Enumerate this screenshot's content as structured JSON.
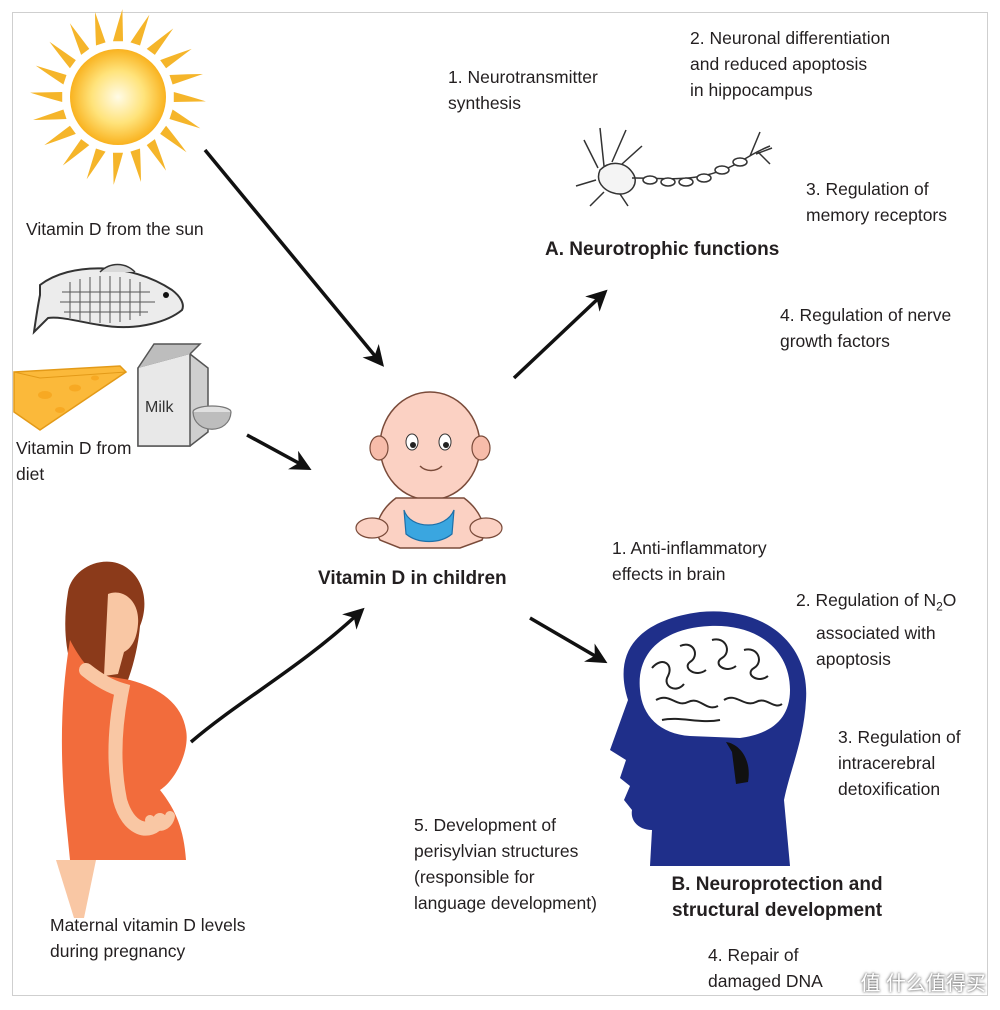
{
  "center_label": "Vitamin D in children",
  "sources": {
    "sun": "Vitamin D from the sun",
    "diet": "Vitamin D from\ndiet",
    "milk_carton": "Milk",
    "maternal": "Maternal vitamin D levels\nduring pregnancy"
  },
  "neurotrophic": {
    "heading": "A. Neurotrophic functions",
    "items": [
      "1. Neurotransmitter\n     synthesis",
      "2. Neuronal differentiation\n   and reduced apoptosis\n   in hippocampus",
      "3. Regulation of\n   memory receptors",
      "4. Regulation of nerve\n   growth factors"
    ]
  },
  "neuroprotection": {
    "heading": "B. Neuroprotection and\nstructural development",
    "items": [
      "1. Anti-inflammatory\n   effects in brain",
      "2. Regulation of N",
      "3. Regulation of\nintracerebral\ndetoxification",
      "4. Repair of\n   damaged DNA",
      "5. Development of\nperisylvian structures\n(responsible  for\nlanguage development)"
    ],
    "n2o_subscript": "2",
    "n2o_suffix": "O",
    "n2o_rest": "associated with\napoptosis"
  },
  "watermark": "值 什么值得买",
  "colors": {
    "arrow": "#111111",
    "sun_ray": "#f5b52a",
    "brain_head": "#1f2f8a",
    "dress": "#f26c3c",
    "skin": "#f9c7a4",
    "hair": "#8b3a1a",
    "cheese": "#fbb93a",
    "diaper": "#3aa6e0"
  }
}
